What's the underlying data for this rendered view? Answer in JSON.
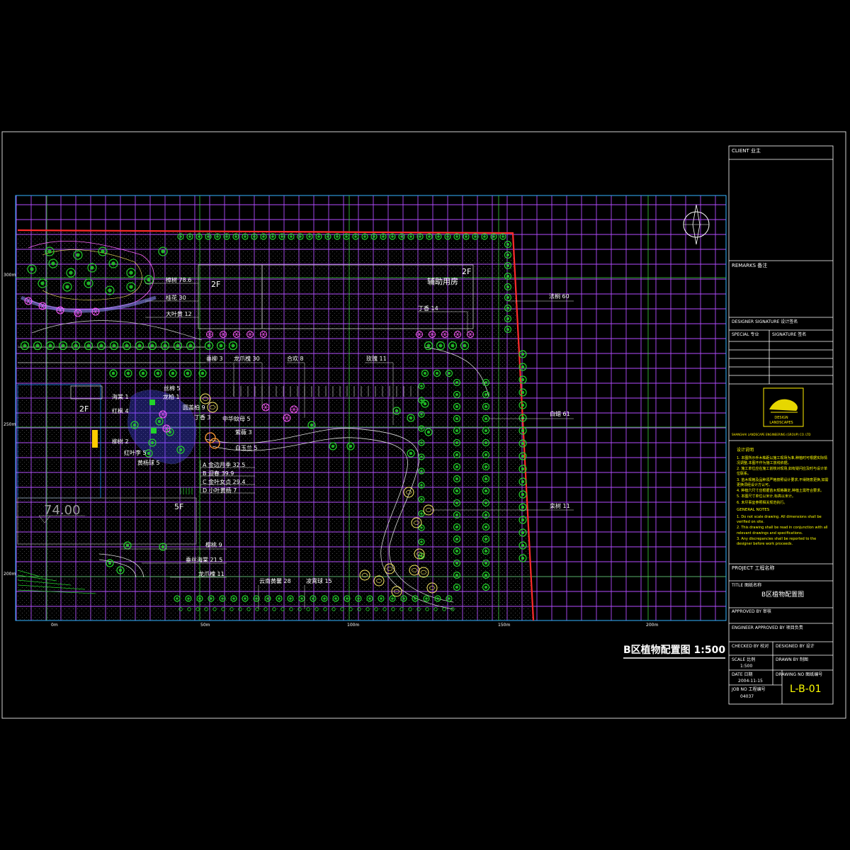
{
  "drawing": {
    "title": "B区植物配置图  1:500",
    "scale_ticks": [
      "0m",
      "50m",
      "100m",
      "150m",
      "200m"
    ],
    "elev_ticks": [
      "300m",
      "250m",
      "200m"
    ],
    "elevation": "74.00",
    "buildings": [
      "2F",
      "2F",
      "辅助用房",
      "2F",
      "5F"
    ],
    "plant_labels": [
      "樟树 78.6",
      "桂花 30",
      "大叶黄 12",
      "丁香 14",
      "法桐 60",
      "垂柳 3",
      "龙爪槐 30",
      "合欢 8",
      "玫瑰 11",
      "海棠 1",
      "丝棉 5",
      "圆盖柏 9",
      "红枫 4",
      "柳树 2",
      "黄杨球 5",
      "龙柏 1",
      "红叶李 5",
      "丁香 3",
      "中华蚊母 5",
      "紫薇 3",
      "白玉兰 5",
      "A 金边月季 32.5",
      "B 迎春 39.9",
      "C 金叶女贞 29.4",
      "D 小叶黄杨 7",
      "白蜡 61",
      "栾树 11",
      "樱桃 9",
      "垂丝海棠 21.5",
      "龙爪槐 11",
      "云南黄馨 28",
      "凌霄球 15"
    ]
  },
  "title_block": {
    "client": "CLIENT 业主",
    "remarks": "REMARKS 备注",
    "designer_sig": "DESIGNER SIGNATURE 设计签名",
    "sig_heads": [
      "SPECIAL 专业",
      "SIGNATURE 签名"
    ],
    "company_line": "SHANGHAI LANDSCAPE ENGINEERING (GROUP) CO. LTD",
    "logo_text": [
      "DESIGN",
      "LANDSCAPES"
    ],
    "notes_heading": "设计说明",
    "notes": [
      "1. 本图所示乔木株距以施工现场为准,种植时可根据实际情况调整,本图不作为施工放线依据。",
      "2. 施工单位应在施工前核对现场,如有疑问应及时与设计单位联系。",
      "3. 苗木规格及品种须严格按照设计要求,不得随意更换,如需更换须经设计方认可。",
      "4. 种植穴尺寸应根据苗木规格确定,种植土需符合要求。",
      "5. 本图尺寸单位以米计,标高以米计。",
      "6. 未尽事宜参照相关规范执行。"
    ],
    "general_heading": "GENERAL NOTES",
    "general_notes": [
      "1. Do not scale drawing. All dimensions shall be verified on site.",
      "2. This drawing shall be read in conjunction with all relevant drawings and specifications.",
      "3. Any discrepancies shall be reported to the designer before work proceeds."
    ],
    "project": "PROJECT 工程名称",
    "title_label": "TITLE 图纸名称",
    "title_value": "B区植物配置图",
    "approved": "APPROVED BY 审核",
    "engineer_approved": "ENGINEER APPROVED BY 项目负责",
    "checked": "CHECKED BY 校对",
    "designed": "DESIGNED BY 设计",
    "scale_label": "SCALE 比例",
    "scale_value": "1:500",
    "drawn": "DRAWN BY 制图",
    "date_label": "DATE 日期",
    "date_value": "2004-11-15",
    "drawing_no_label": "DRAWING NO 图纸编号",
    "job_label": "JOB NO 工程编号",
    "job_value": "04037",
    "drawing_no": "L-B-01"
  },
  "colors": {
    "background": "#000000",
    "grid": "#b34dff",
    "grid_frame": "#33b3ff",
    "boundary": "#ff2b2b",
    "tree": "#22d22a",
    "flower": "#ff5aff",
    "blossom": "#ffee66",
    "text": "#ffffff",
    "note_text": "#ffff00"
  }
}
